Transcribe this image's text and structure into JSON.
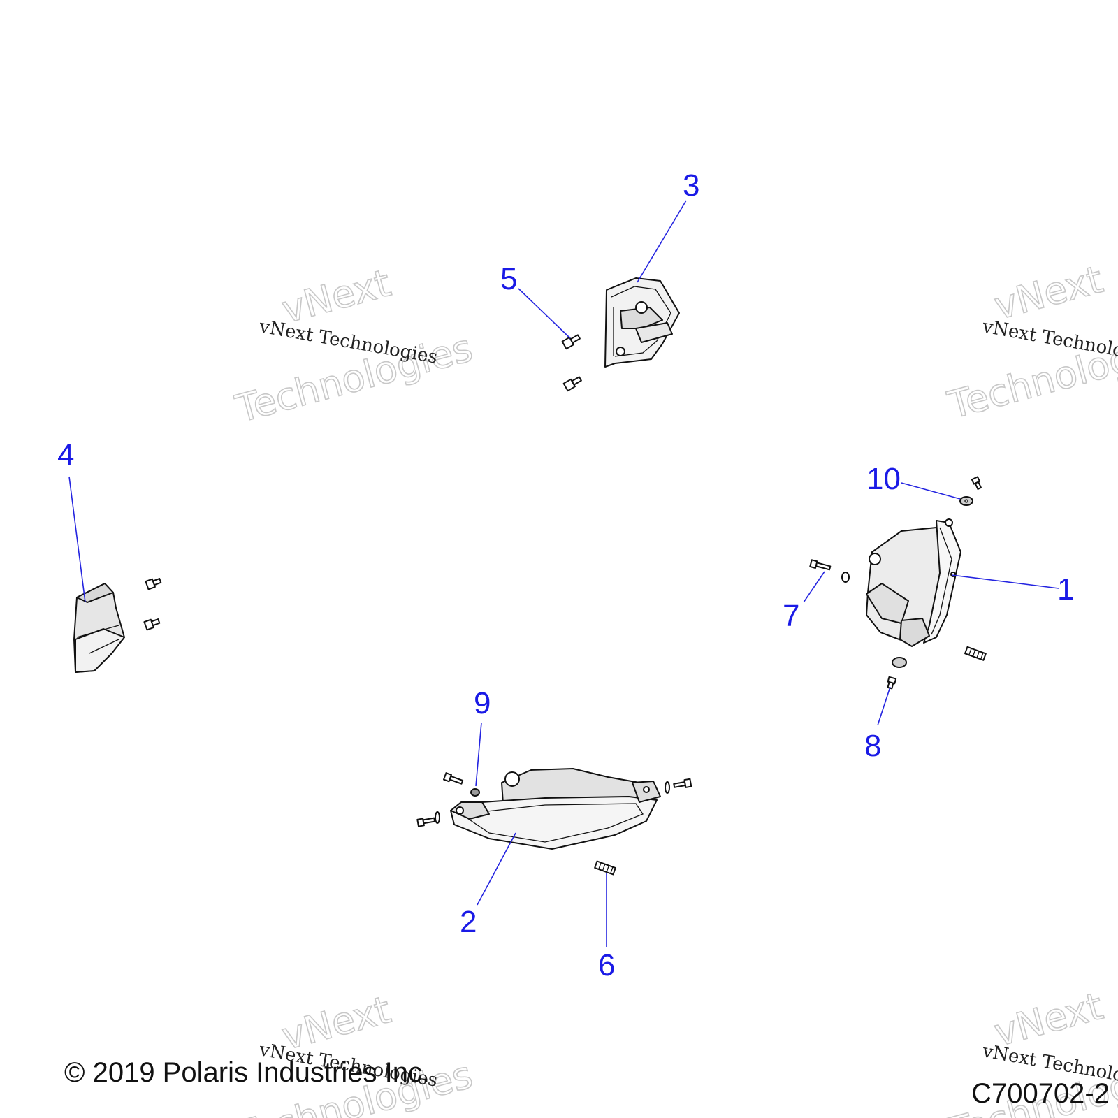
{
  "callouts": [
    "1",
    "2",
    "3",
    "4",
    "5",
    "6",
    "7",
    "8",
    "9",
    "10"
  ],
  "watermark": {
    "line_small": "vNext Technologies",
    "line_big_1": "vNext",
    "line_big_2": "Technologies"
  },
  "footer": {
    "copyright": "© 2019 Polaris Industries Inc.",
    "drawing_number": "C700702-2"
  },
  "colors": {
    "callout": "#1a1ae6",
    "line_art": "#111111",
    "watermark": "#c8c8c8"
  }
}
